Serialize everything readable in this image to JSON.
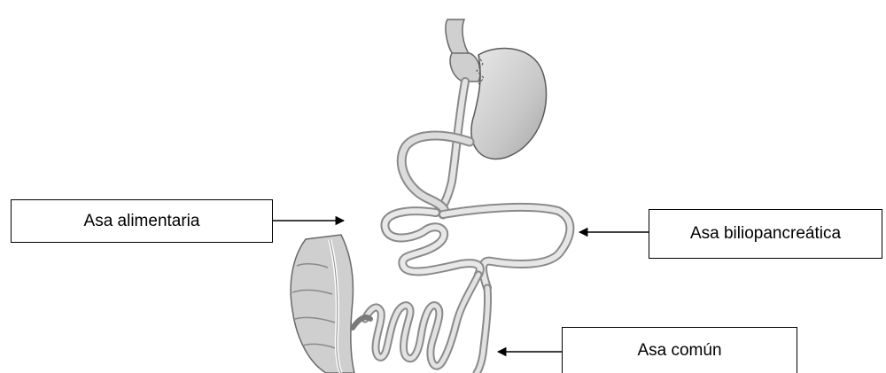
{
  "labels": {
    "alimentaria": "Asa alimentaria",
    "biliopancreatica": "Asa biliopancreática",
    "comun": "Asa común"
  },
  "illustration": {
    "subject": "gastric bypass anatomy",
    "colors": {
      "organ_fill": "#d8d8d8",
      "organ_dark": "#9a9a9a",
      "outline": "#5a5a5a",
      "line": "#000000"
    }
  }
}
